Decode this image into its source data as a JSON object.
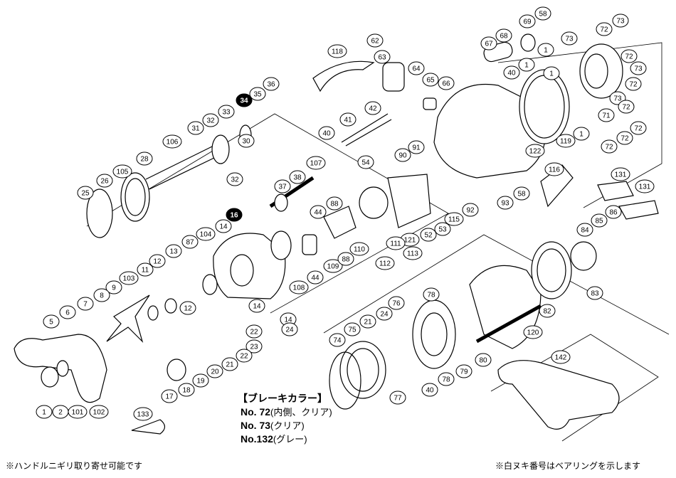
{
  "legend": {
    "title": "【ブレーキカラー】",
    "rows": [
      {
        "no": "No. 72",
        "desc": "(内側、クリア)"
      },
      {
        "no": "No. 73",
        "desc": "(クリア)"
      },
      {
        "no": "No.132",
        "desc": "(グレー)"
      }
    ]
  },
  "notes": {
    "left": "※ハンドルニギリ取り寄せ可能です",
    "right": "※白ヌキ番号はベアリングを示します"
  },
  "part_labels": [
    "58",
    "69",
    "68",
    "67",
    "73",
    "72",
    "73",
    "1",
    "72",
    "1",
    "40",
    "1",
    "73",
    "72",
    "73",
    "72",
    "71",
    "72",
    "72",
    "72",
    "1",
    "119",
    "122",
    "116",
    "62",
    "118",
    "63",
    "64",
    "65",
    "66",
    "42",
    "41",
    "40",
    "91",
    "90",
    "54",
    "58",
    "92",
    "93",
    "115",
    "53",
    "52",
    "121",
    "111",
    "112",
    "113",
    "110",
    "109",
    "88",
    "88",
    "44",
    "44",
    "108",
    "107",
    "38",
    "37",
    "36",
    "35",
    "34",
    "33",
    "32",
    "31",
    "30",
    "32",
    "106",
    "28",
    "105",
    "26",
    "25",
    "16",
    "14",
    "104",
    "87",
    "13",
    "12",
    "11",
    "103",
    "9",
    "8",
    "7",
    "6",
    "5",
    "12",
    "14",
    "14",
    "22",
    "24",
    "23",
    "22",
    "21",
    "20",
    "19",
    "18",
    "17",
    "1",
    "2",
    "101",
    "102",
    "133",
    "131",
    "131",
    "86",
    "85",
    "84",
    "83",
    "82",
    "120",
    "142",
    "80",
    "79",
    "78",
    "76",
    "24",
    "75",
    "21",
    "74",
    "77",
    "40",
    "78"
  ],
  "bearing_labels": [
    "34",
    "16",
    "53",
    "24"
  ],
  "colors": {
    "line": "#000000",
    "bearing_fill": "#000000",
    "background": "#ffffff"
  }
}
